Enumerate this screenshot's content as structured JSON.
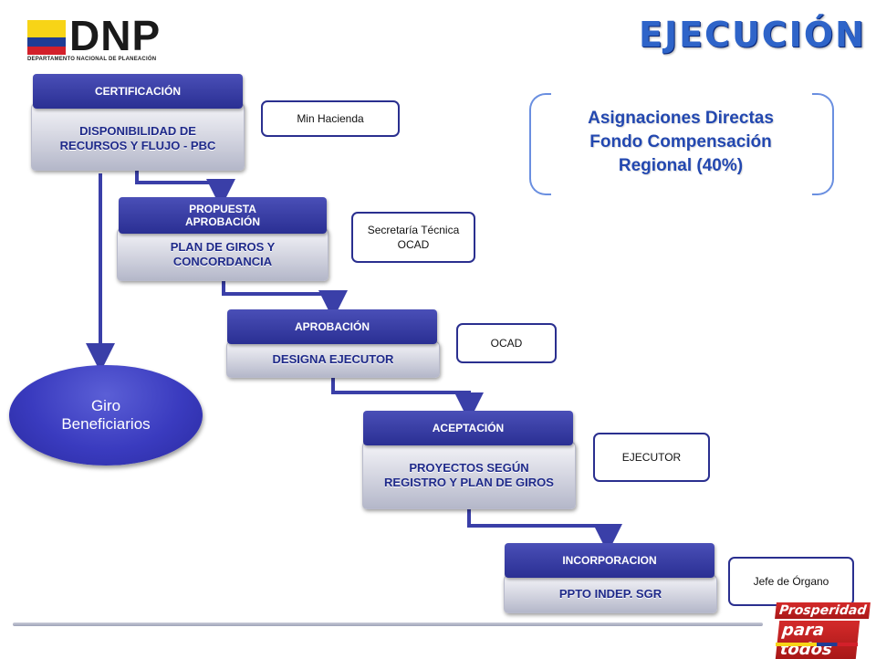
{
  "logo": {
    "text": "DNP",
    "subtitle": "DEPARTAMENTO NACIONAL DE PLANEACIÓN"
  },
  "title": "EJECUCIÓN",
  "steps": [
    {
      "head": "CERTIFICACIÓN",
      "body": "DISPONIBILIDAD DE RECURSOS Y FLUJO - PBC",
      "role": "Min Hacienda"
    },
    {
      "head": "PROPUESTA APROBACIÓN",
      "body": "PLAN DE GIROS Y CONCORDANCIA",
      "role": "Secretaría Técnica OCAD"
    },
    {
      "head": "APROBACIÓN",
      "body": "DESIGNA EJECUTOR",
      "role": "OCAD"
    },
    {
      "head": "ACEPTACIÓN",
      "body": "PROYECTOS SEGÚN REGISTRO Y PLAN DE GIROS",
      "role": "EJECUTOR"
    },
    {
      "head": "INCORPORACION",
      "body": "PPTO INDEP. SGR",
      "role": "Jefe de Órgano"
    }
  ],
  "giro": "Giro Beneficiarios",
  "asignaciones": "Asignaciones Directas Fondo Compensación Regional (40%)",
  "footer_logo": {
    "line1": "Prosperidad",
    "line2": "para todos"
  },
  "colors": {
    "primary": "#2a2f93",
    "accent": "#2e64c9",
    "text_blue": "#1f2a8a"
  }
}
